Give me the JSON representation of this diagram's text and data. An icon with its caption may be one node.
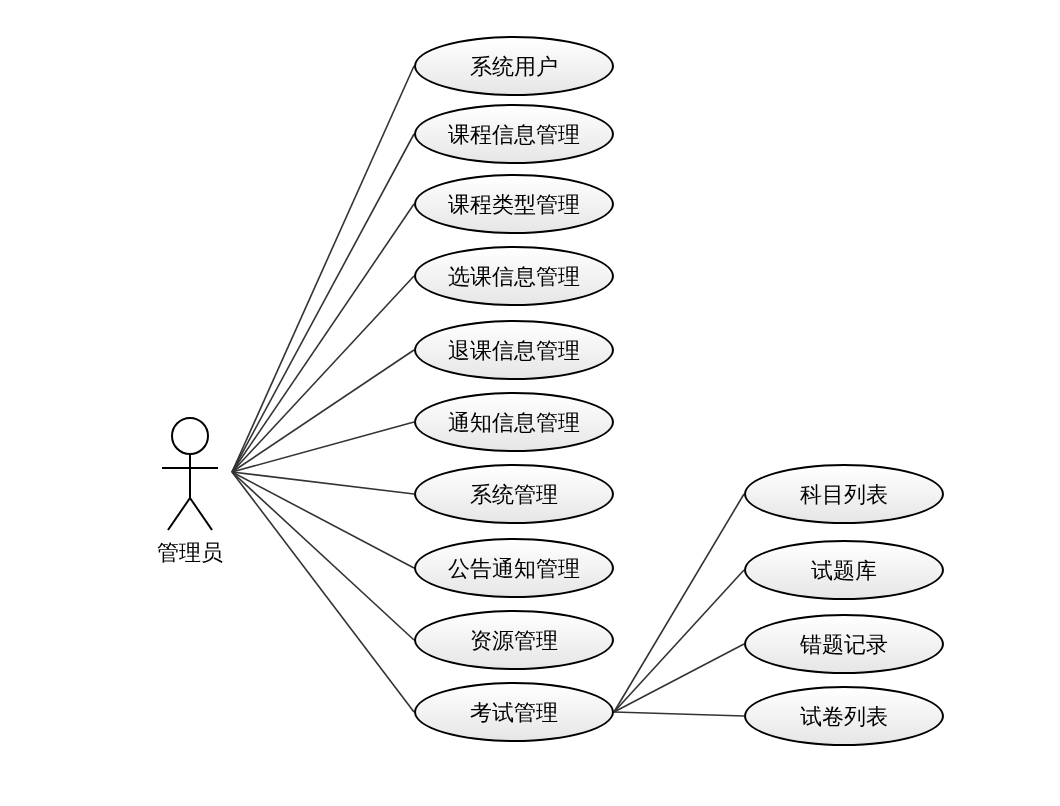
{
  "diagram": {
    "nodes": [
      {
        "text": [
          "管理员"
        ]
      },
      {
        "text": [
          "系统用户"
        ]
      },
      {
        "text": [
          "课程信息管理"
        ]
      },
      {
        "text": [
          "课程类型管理"
        ]
      },
      {
        "text": [
          "选课信息管理"
        ]
      },
      {
        "text": [
          "退课信息管理"
        ]
      },
      {
        "text": [
          "通知信息管理"
        ]
      },
      {
        "text": [
          "系统管理"
        ]
      },
      {
        "text": [
          "公告通知管理"
        ]
      },
      {
        "text": [
          "资源管理"
        ]
      },
      {
        "text": [
          "考试管理"
        ]
      },
      {
        "text": [
          "科目列表"
        ]
      },
      {
        "text": [
          "试题库"
        ]
      },
      {
        "text": [
          "错题记录"
        ]
      },
      {
        "text": [
          "试卷列表"
        ]
      }
    ],
    "edges": [
      {
        "from": 0,
        "to": 1,
        "arrow": "none"
      },
      {
        "from": 0,
        "to": 2,
        "arrow": "none"
      },
      {
        "from": 0,
        "to": 3,
        "arrow": "none"
      },
      {
        "from": 0,
        "to": 4,
        "arrow": "none"
      },
      {
        "from": 0,
        "to": 5,
        "arrow": "none"
      },
      {
        "from": 0,
        "to": 6,
        "arrow": "none"
      },
      {
        "from": 0,
        "to": 7,
        "arrow": "none"
      },
      {
        "from": 0,
        "to": 8,
        "arrow": "none"
      },
      {
        "from": 0,
        "to": 9,
        "arrow": "none"
      },
      {
        "from": 0,
        "to": 10,
        "arrow": "none"
      },
      {
        "from": 10,
        "to": 11,
        "arrow": "none"
      },
      {
        "from": 10,
        "to": 12,
        "arrow": "none"
      },
      {
        "from": 10,
        "to": 13,
        "arrow": "none"
      },
      {
        "from": 10,
        "to": 14,
        "arrow": "none"
      }
    ]
  }
}
